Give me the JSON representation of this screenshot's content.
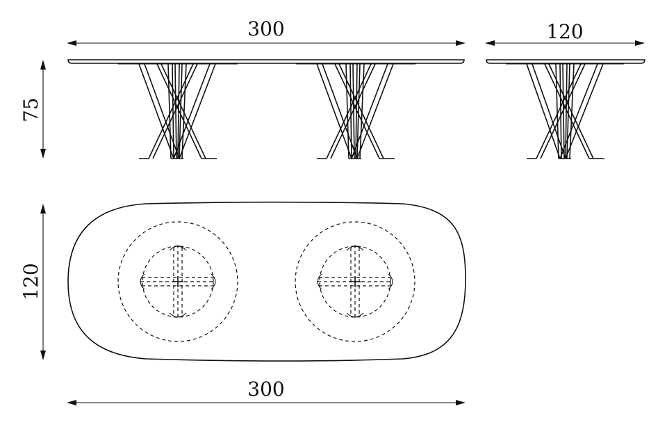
{
  "dimensions": {
    "side_width": "300",
    "end_width": "120",
    "height": "75",
    "plan_depth": "120",
    "plan_width": "300"
  }
}
